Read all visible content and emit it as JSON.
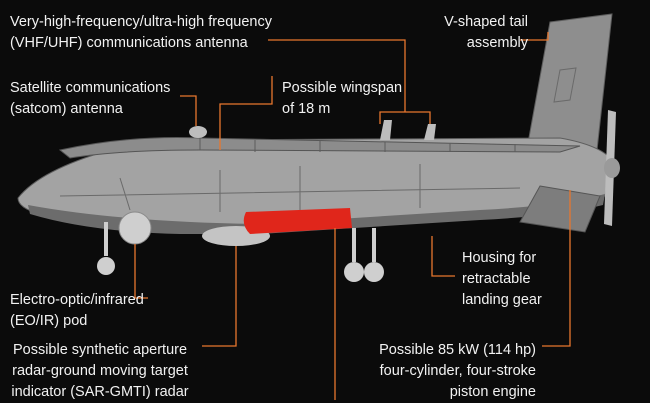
{
  "callouts": {
    "vhf_uhf_antenna": "Very-high-frequency/ultra-high frequency\n(VHF/UHF) communications antenna",
    "tail": "V-shaped tail\nassembly",
    "satcom": "Satellite communications\n(satcom) antenna",
    "wingspan": "Possible wingspan\nof 18 m",
    "landing_gear": "Housing for\nretractable\nlanding gear",
    "eo_ir": "Electro-optic/infrared\n(EO/IR) pod",
    "sar": "Possible synthetic aperture\nradar-ground moving target\nindicator (SAR-GMTI) radar",
    "engine": "Possible 85 kW (114 hp)\nfour-cylinder, four-stroke\npiston engine"
  },
  "colors": {
    "background": "#0b0b0b",
    "leader_line": "#e8772e",
    "fuselage": "#9a9a9a",
    "fuselage_dark": "#6e6e6e",
    "highlight_weapon": "#e0261b"
  }
}
